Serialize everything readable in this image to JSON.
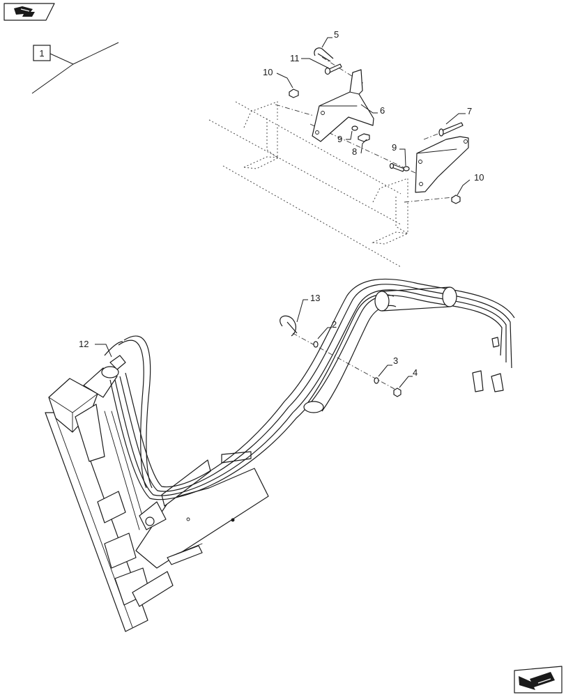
{
  "reference_label": "1",
  "callouts": [
    {
      "id": "c2",
      "label": "2"
    },
    {
      "id": "c3",
      "label": "3"
    },
    {
      "id": "c4",
      "label": "4"
    },
    {
      "id": "c5",
      "label": "5"
    },
    {
      "id": "c6",
      "label": "6"
    },
    {
      "id": "c7",
      "label": "7"
    },
    {
      "id": "c8",
      "label": "8"
    },
    {
      "id": "c9a",
      "label": "9"
    },
    {
      "id": "c9b",
      "label": "9"
    },
    {
      "id": "c10a",
      "label": "10"
    },
    {
      "id": "c10b",
      "label": "10"
    },
    {
      "id": "c11",
      "label": "11"
    },
    {
      "id": "c12",
      "label": "12"
    },
    {
      "id": "c13",
      "label": "13"
    }
  ],
  "icons": {
    "top_left": "book-arrow-icon",
    "bottom_right": "next-page-arrow-icon"
  }
}
